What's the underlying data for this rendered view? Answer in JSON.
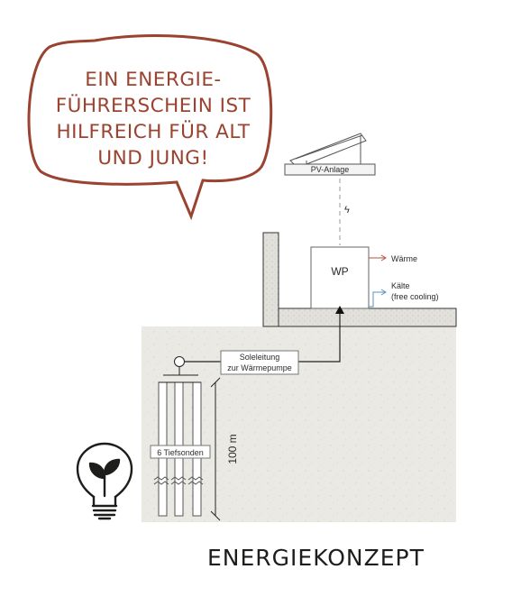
{
  "bubble": {
    "lines": [
      "EIN ENERGIE-",
      "FÜHRERSCHEIN IST",
      "HILFREICH FÜR ALT",
      "UND JUNG!"
    ],
    "color": "#9a4330"
  },
  "diagram": {
    "pv_label": "PV-Anlage",
    "lightning": "ϟ",
    "hp_label": "WP",
    "heat_label": "Wärme",
    "cold_label_1": "Kälte",
    "cold_label_2": "(free cooling)",
    "brine_label_1": "Soleleitung",
    "brine_label_2": "zur Wärmepumpe",
    "probes_label": "6 Tiefsonden",
    "depth_label": "100 m",
    "heat_color": "#b5553d",
    "cold_color": "#5a8fc0"
  },
  "icons": [
    "lightbulb-plant-icon"
  ],
  "footer": {
    "title": "ENERGIEKONZEPT"
  }
}
